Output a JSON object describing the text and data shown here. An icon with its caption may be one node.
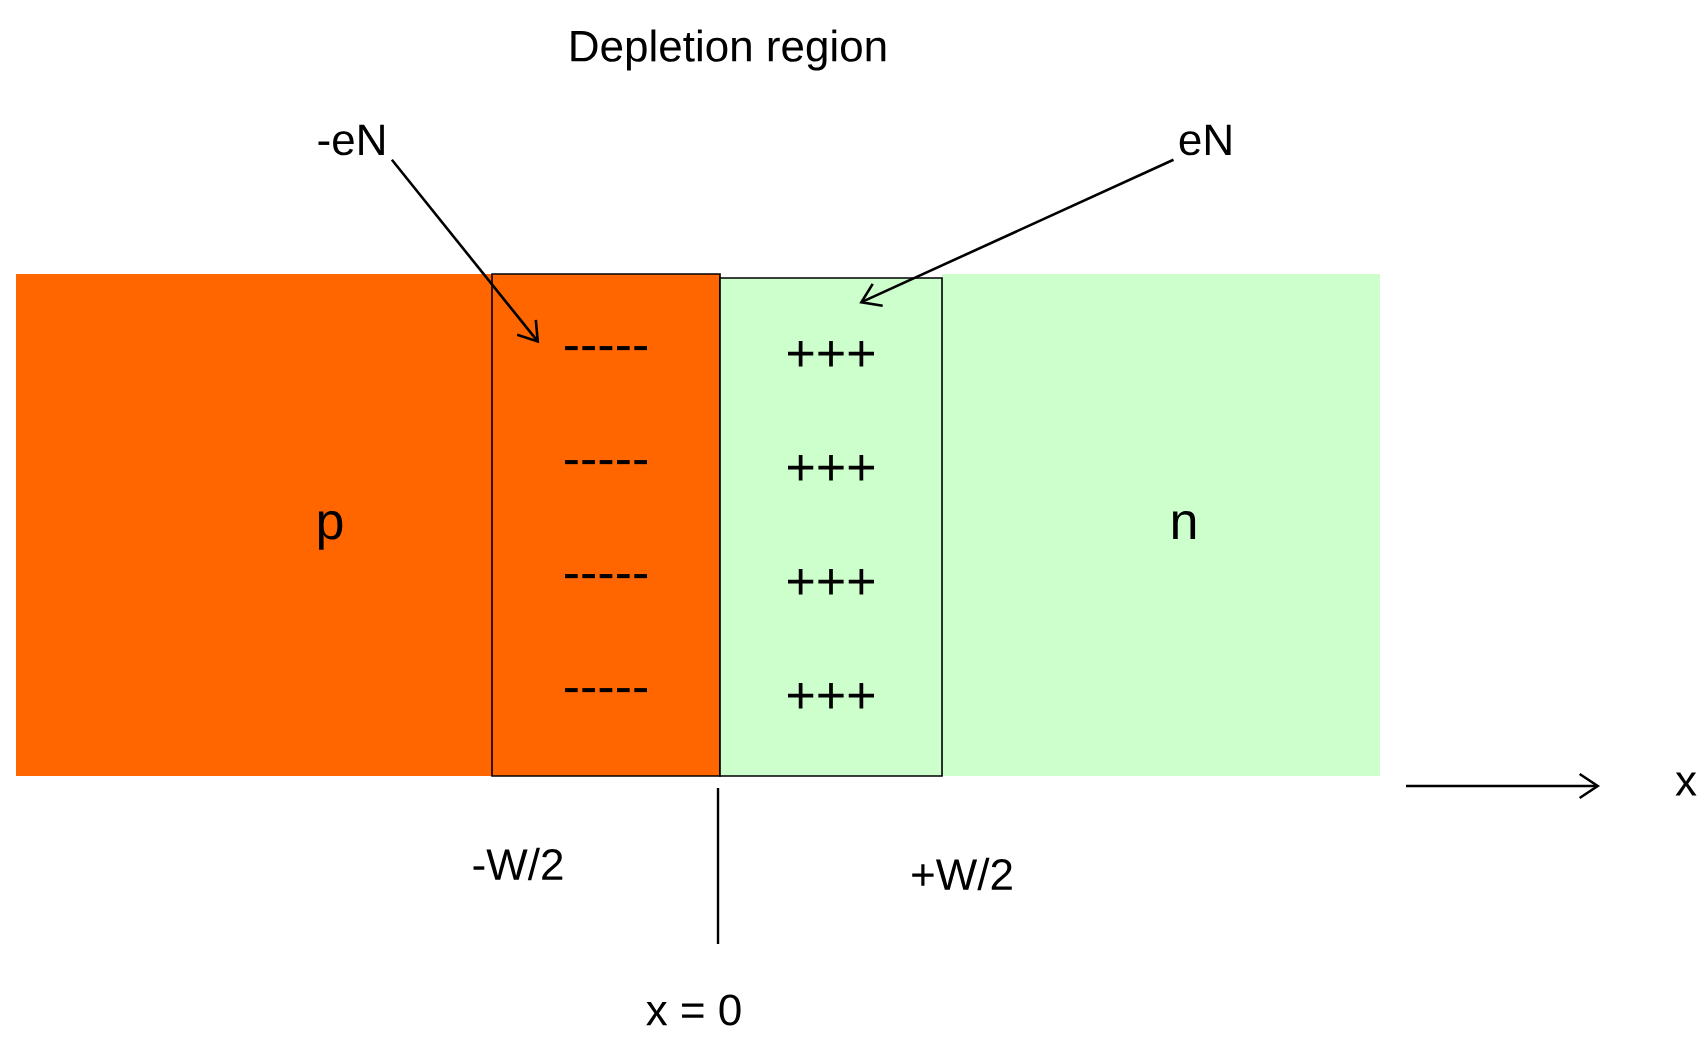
{
  "diagram": {
    "nodes": [
      {
        "text": [
          "-eN"
        ]
      },
      {
        "text": [
          "eN"
        ]
      },
      {
        "text": [
          "p"
        ]
      },
      {
        "text": [
          "-----",
          "-----",
          "-----",
          "-----"
        ]
      },
      {
        "text": [
          "n"
        ]
      },
      {
        "text": [
          "+++",
          "+++",
          "+++",
          "+++"
        ]
      }
    ],
    "edges": [
      {
        "from": 0,
        "to": 3,
        "arrow": "to"
      },
      {
        "from": 1,
        "to": 5,
        "arrow": "to"
      }
    ],
    "labels": [
      "Depletion region",
      "-W/2",
      "+W/2",
      "x = 0",
      "x"
    ]
  }
}
